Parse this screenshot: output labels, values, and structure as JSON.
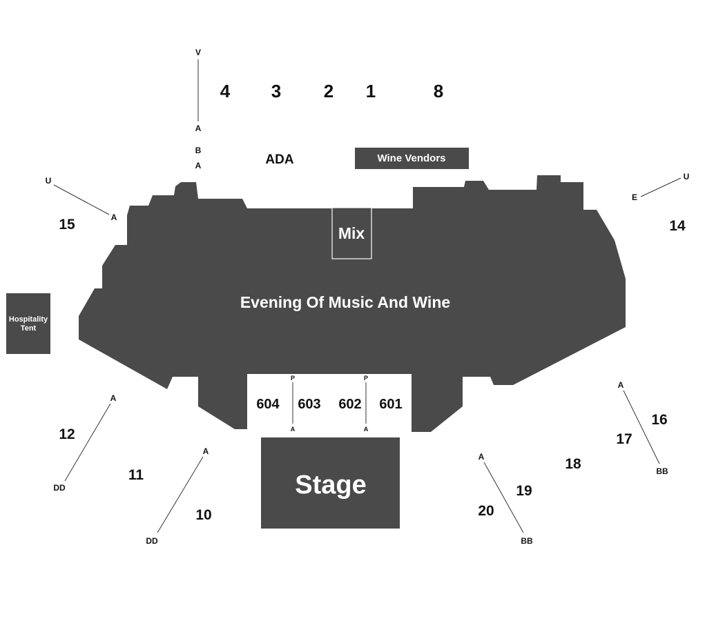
{
  "venue": {
    "floor_label": "Evening Of Music And Wine",
    "mix_label": "Mix",
    "stage_label": "Stage",
    "wine_vendors_label": "Wine Vendors",
    "hospitality_tent_label_line1": "Hospitality",
    "hospitality_tent_label_line2": "Tent",
    "ada_label": "ADA"
  },
  "colors": {
    "area_fill": "#4a4a4a",
    "text": "#111111",
    "background": "#ffffff"
  },
  "sections": {
    "s1": "1",
    "s2": "2",
    "s3": "3",
    "s4": "4",
    "s8": "8",
    "s10": "10",
    "s11": "11",
    "s12": "12",
    "s14": "14",
    "s15": "15",
    "s16": "16",
    "s17": "17",
    "s18": "18",
    "s19": "19",
    "s20": "20",
    "s601": "601",
    "s602": "602",
    "s603": "603",
    "s604": "604"
  },
  "rows": {
    "top_v": "V",
    "top_a": "A",
    "ba_b": "B",
    "ba_a": "A",
    "left15_u": "U",
    "left15_a": "A",
    "right14_u": "U",
    "right14_e": "E",
    "s12_a": "A",
    "s12_dd": "DD",
    "s10_a": "A",
    "s10_dd": "DD",
    "s16_a": "A",
    "s16_bb": "BB",
    "s20_a": "A",
    "s20_bb": "BB",
    "pit_l_p": "P",
    "pit_l_a": "A",
    "pit_r_p": "P",
    "pit_r_a": "A"
  }
}
